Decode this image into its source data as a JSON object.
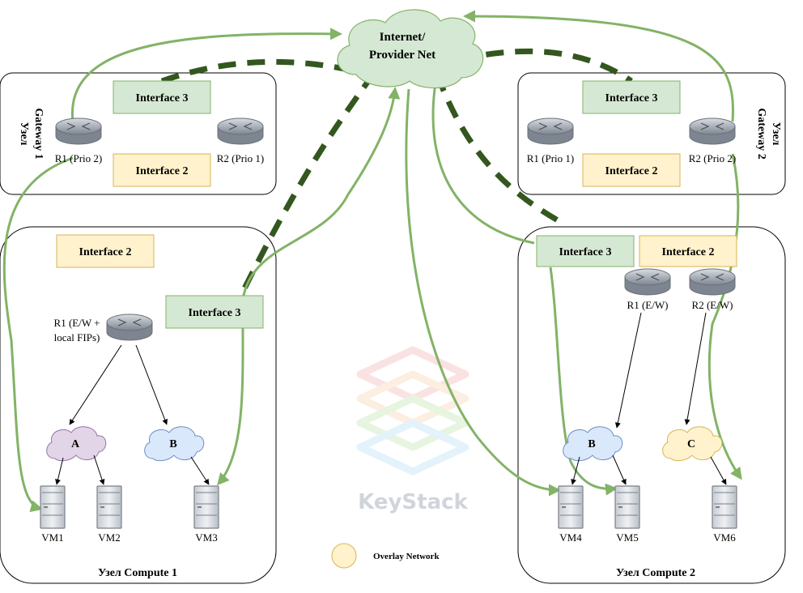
{
  "internet": {
    "line1": "Internet/",
    "line2": "Provider Net"
  },
  "gateway1": {
    "title_line1": "Узел",
    "title_line2": "Gateway 1",
    "interface3": "Interface 3",
    "interface2": "Interface 2",
    "router1": "R1 (Prio 2)",
    "router2": "R2 (Prio 1)"
  },
  "gateway2": {
    "title_line1": "Узел",
    "title_line2": "Gateway 2",
    "interface3": "Interface 3",
    "interface2": "Interface 2",
    "router1": "R1 (Prio 1)",
    "router2": "R2 (Prio 2)"
  },
  "compute1": {
    "title": "Узел Compute 1",
    "interface2": "Interface 2",
    "interface3": "Interface 3",
    "router_line1": "R1 (E/W +",
    "router_line2": "local FIPs)",
    "net_a": "A",
    "net_b": "B",
    "vm1": "VM1",
    "vm2": "VM2",
    "vm3": "VM3"
  },
  "compute2": {
    "title": "Узел Compute 2",
    "interface3": "Interface 3",
    "interface2": "Interface 2",
    "router1": "R1 (E/W)",
    "router2": "R2 (E/W)",
    "net_b": "B",
    "net_c": "C",
    "vm4": "VM4",
    "vm5": "VM5",
    "vm6": "VM6"
  },
  "legend": {
    "overlay": "Overlay Network"
  },
  "watermark": "KeyStack",
  "colors": {
    "green_box_fill": "#d5e8d4",
    "green_box_stroke": "#82b366",
    "yellow_box_fill": "#fff2cc",
    "yellow_box_stroke": "#d6b656",
    "dashed_link": "#33571f",
    "arrow_green": "#82b366",
    "cloud_a": "#e1d5e7",
    "cloud_b": "#dae8fc",
    "cloud_c": "#fff2cc"
  }
}
